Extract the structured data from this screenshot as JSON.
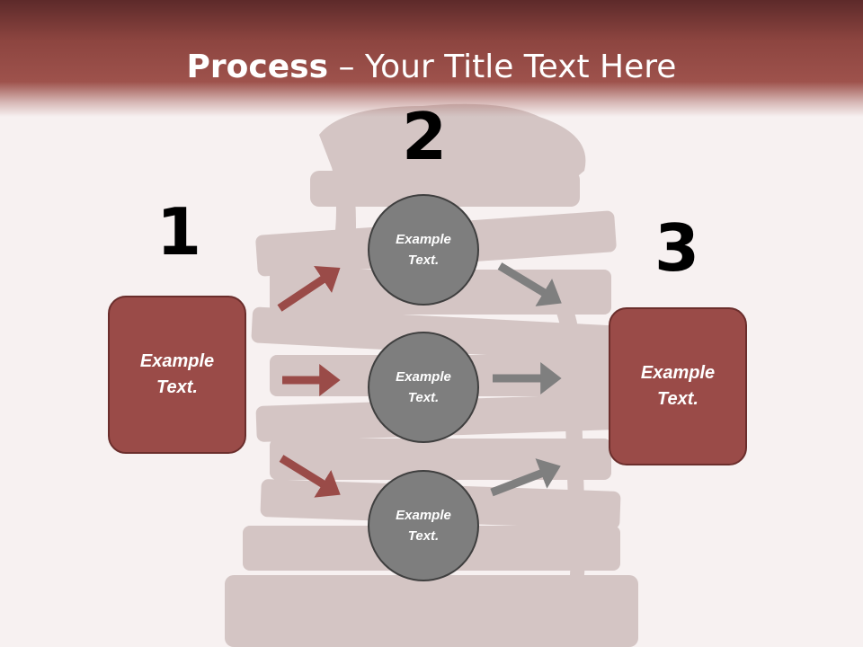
{
  "slide": {
    "title_bold": "Process",
    "title_rest": " – Your Title Text Here",
    "step_numbers": [
      "1",
      "2",
      "3"
    ],
    "left_box": "Example Text.",
    "right_box": "Example Text.",
    "circles": [
      "Example Text.",
      "Example Text.",
      "Example Text."
    ]
  },
  "colors": {
    "header": "#9e524c",
    "box_fill": "#9a4b48",
    "circle_fill": "#7e7e7e",
    "arrow_red": "#9a4b48",
    "arrow_gray": "#7f7f7f",
    "background": "#f7f1f1"
  },
  "icons": [
    "arrow-up-right-icon",
    "arrow-right-icon",
    "arrow-down-right-icon"
  ]
}
